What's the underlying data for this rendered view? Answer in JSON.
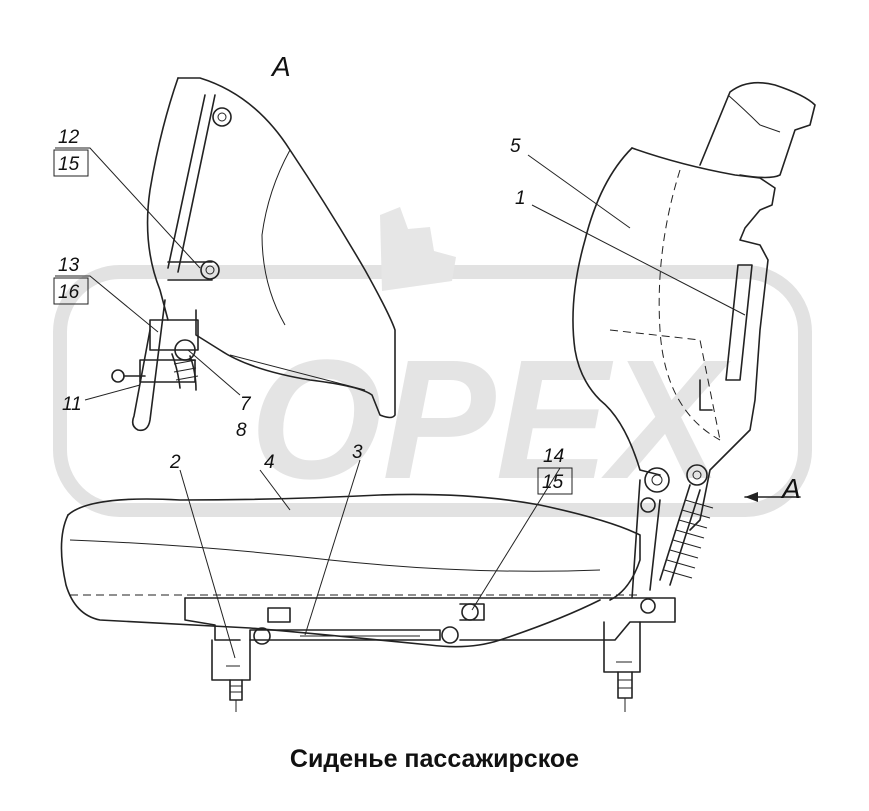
{
  "caption": "Сиденье пассажирское",
  "view_labels": {
    "top": "A",
    "right": "A"
  },
  "callouts": {
    "c12": "12",
    "c15a": "15",
    "c13": "13",
    "c16": "16",
    "c11": "11",
    "c7": "7",
    "c8": "8",
    "c2": "2",
    "c4": "4",
    "c3": "3",
    "c14": "14",
    "c15b": "15",
    "c5": "5",
    "c1": "1"
  },
  "watermark": {
    "text": "OPEX"
  }
}
